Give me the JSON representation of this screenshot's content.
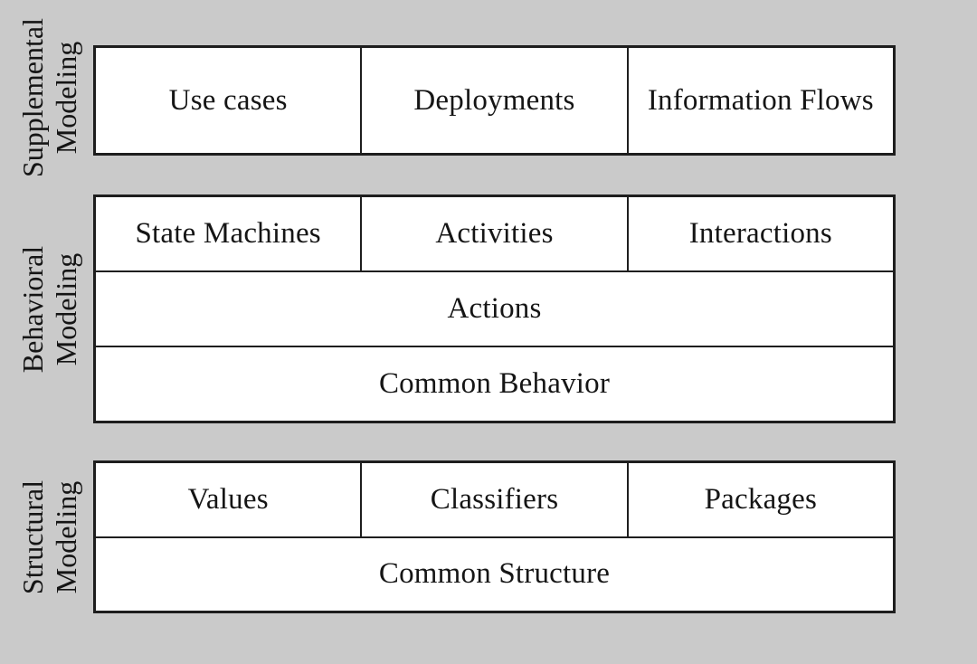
{
  "colors": {
    "page_background": "#cacaca",
    "cell_background": "#ffffff",
    "border": "#1e1e1e",
    "text": "#151515"
  },
  "sections": [
    {
      "label": {
        "line1": "Supplemental",
        "line2": "Modeling"
      },
      "rows": [
        {
          "cells": [
            "Use cases",
            "Deployments",
            "Information Flows"
          ]
        }
      ]
    },
    {
      "label": {
        "line1": "Behavioral",
        "line2": "Modeling"
      },
      "rows": [
        {
          "cells": [
            "State Machines",
            "Activities",
            "Interactions"
          ]
        },
        {
          "cells": [
            "Actions"
          ]
        },
        {
          "cells": [
            "Common Behavior"
          ]
        }
      ]
    },
    {
      "label": {
        "line1": "Structural",
        "line2": "Modeling"
      },
      "rows": [
        {
          "cells": [
            "Values",
            "Classifiers",
            "Packages"
          ]
        },
        {
          "cells": [
            "Common Structure"
          ]
        }
      ]
    }
  ]
}
